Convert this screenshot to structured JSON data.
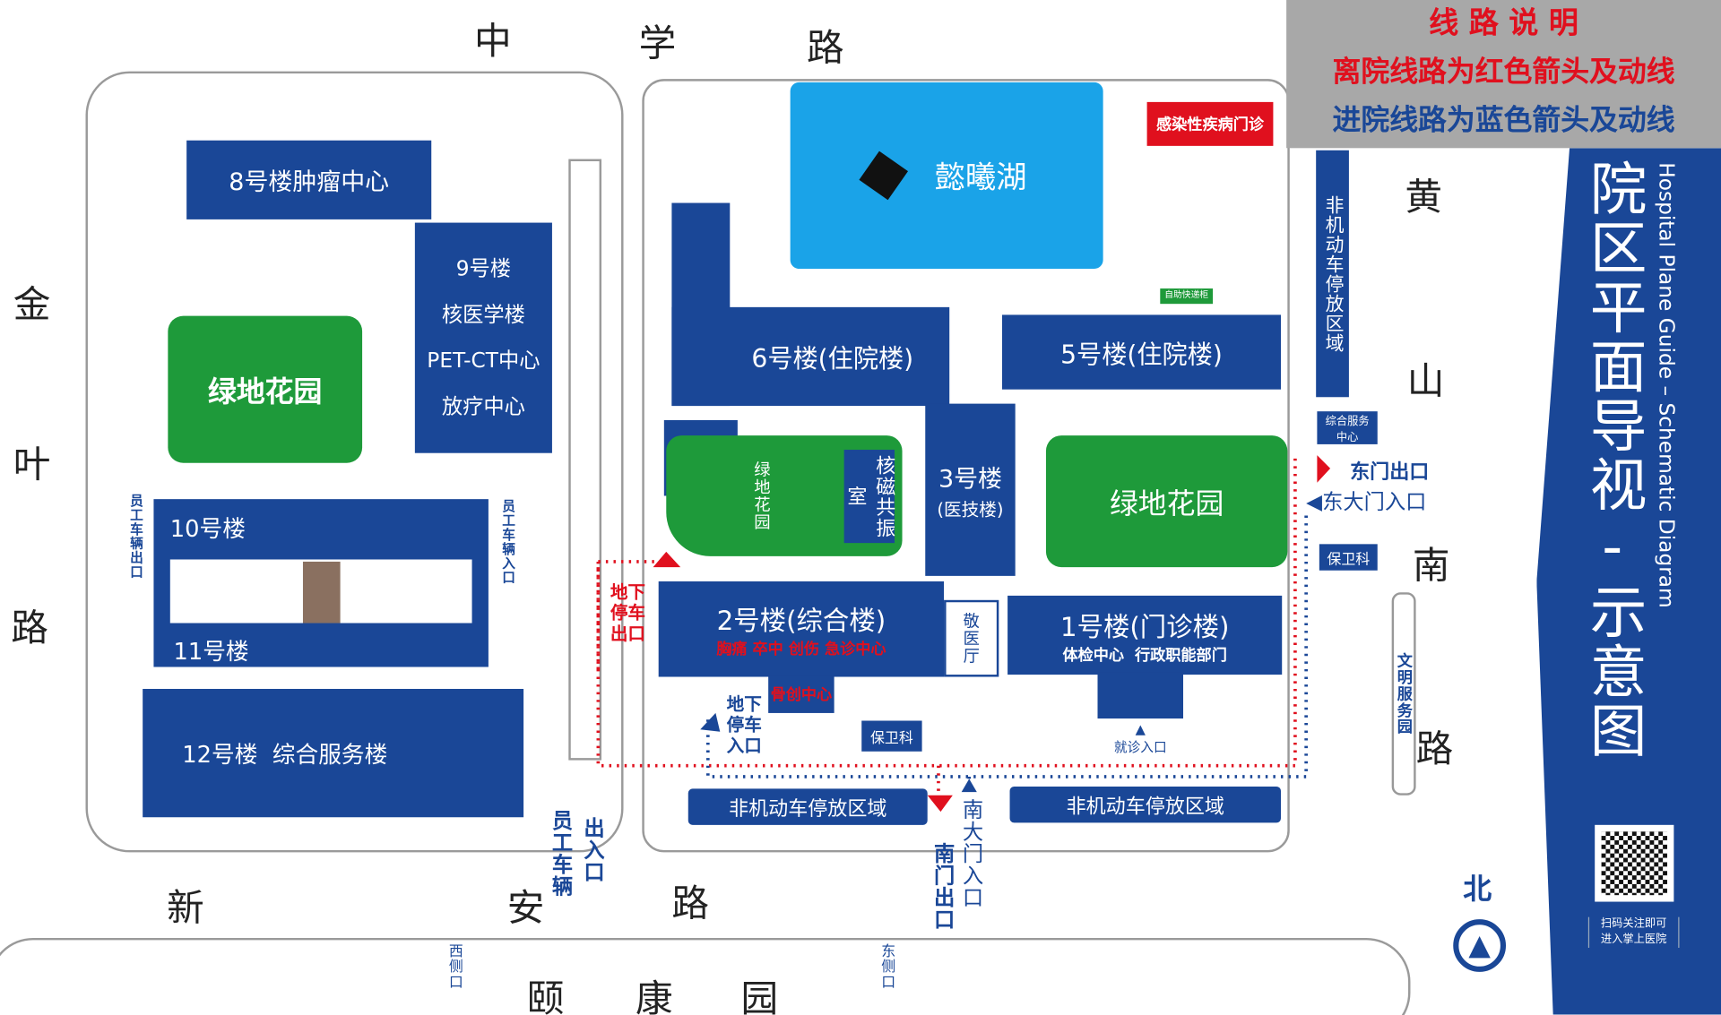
{
  "legend": {
    "title": "线 路 说 明",
    "exit_route": "离院线路为红色箭头及动线",
    "entry_route": "进院线路为蓝色箭头及动线",
    "exit_color": "#e0101e",
    "entry_color": "#1a4797"
  },
  "panel": {
    "title": "院区平面导视-示意图",
    "subtitle": "Hospital Plane Guide – Schematic Diagram",
    "qr_caption_1": "扫码关注即可",
    "qr_caption_2": "进入掌上医院",
    "north": "北"
  },
  "roads": {
    "top": [
      "中",
      "学",
      "路"
    ],
    "left": [
      "金",
      "叶",
      "路"
    ],
    "bottom": [
      "新",
      "安",
      "路"
    ],
    "right": [
      "黄",
      "山",
      "南",
      "路"
    ],
    "bottom_area": [
      "颐",
      "康",
      "园"
    ]
  },
  "buildings": {
    "b8": "8号楼肿瘤中心",
    "b9": [
      "9号楼",
      "核医学楼",
      "PET-CT中心",
      "放疗中心"
    ],
    "b10": "10号楼",
    "b11": "11号楼",
    "b12": "12号楼  综合服务楼",
    "b6": "6号楼(住院楼)",
    "b5": "5号楼(住院楼)",
    "b3": [
      "3号楼",
      "(医技楼)"
    ],
    "b2": "2号楼(综合楼)",
    "b2_depts": "胸痛 卒中 创伤 急诊中心",
    "b2_depts2": "骨创中心",
    "b1": "1号楼(门诊楼)",
    "b1_depts": "体检中心  行政职能部门",
    "lake": "懿曦湖",
    "infectious": "感染性疾病门诊",
    "mri": "核磁共振室",
    "hall": "敬医厅",
    "garden": "绿地花园",
    "garden_small": "绿地花园",
    "locker": "自助快递柜",
    "security": "保卫科",
    "bike": "非机动车停放区域",
    "service": "综合服务中心",
    "civil": "文明服务园"
  },
  "labels": {
    "east_exit": "东门出口",
    "east_entry": "东大门入口",
    "ug_exit": "地下停车出口",
    "ug_entry": "地下停车入口",
    "south_entry": "南大门入口",
    "south_exit": "南门出口",
    "staff_io": "员工车辆",
    "staff_io2": "出入口",
    "staff_exit": "员工车辆出口",
    "staff_entry": "员工车辆入口",
    "west_gate": "西侧口",
    "east_gate": "东侧口",
    "clinic_entry": "就诊入口",
    "entry": "入口"
  }
}
